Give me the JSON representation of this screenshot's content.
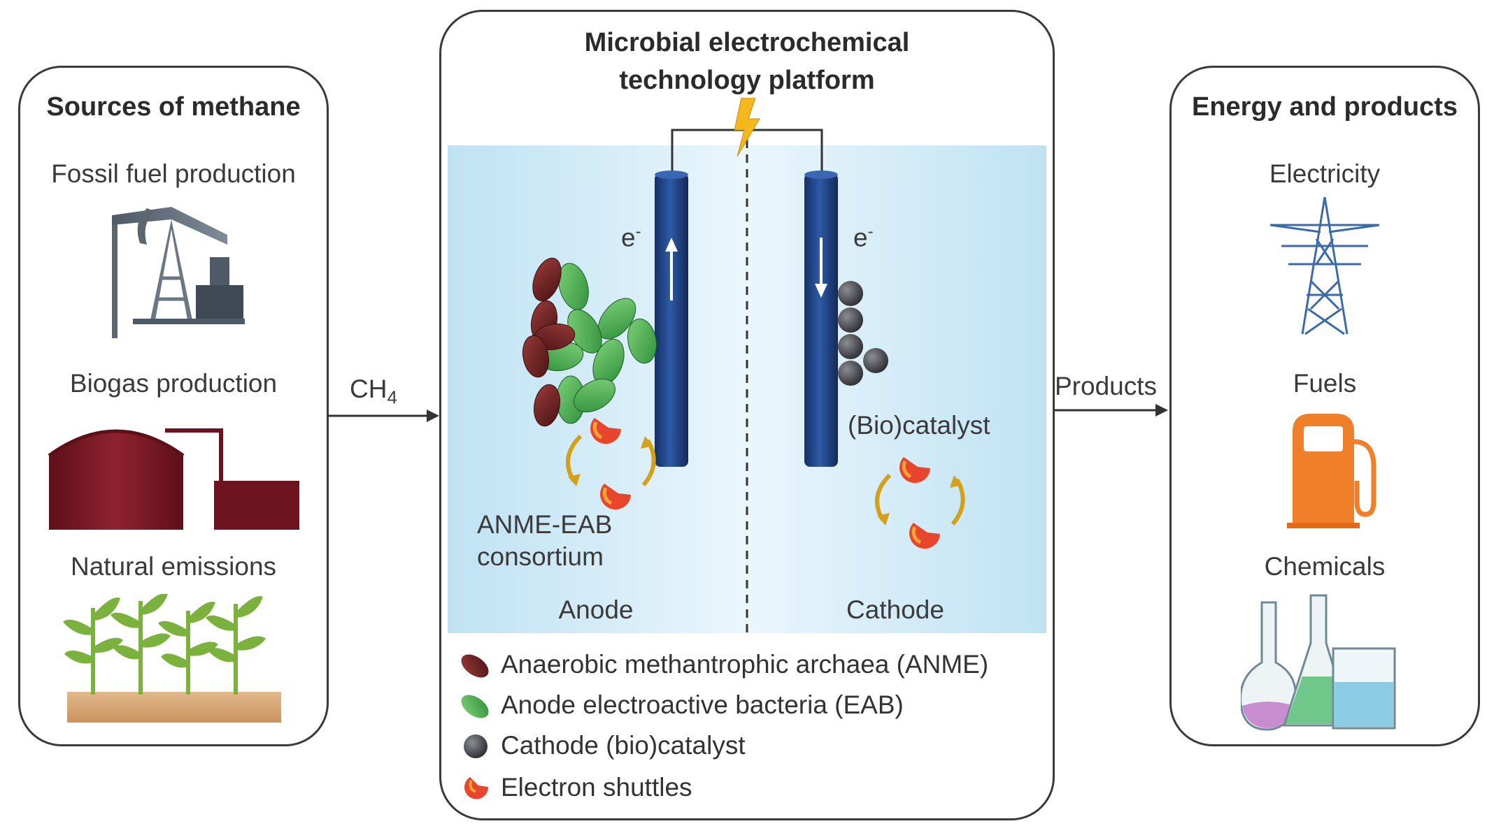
{
  "sources": {
    "title": "Sources of methane",
    "items": [
      "Fossil fuel production",
      "Biogas production",
      "Natural emissions"
    ]
  },
  "platform": {
    "title_line1": "Microbial electrochemical",
    "title_line2": "technology platform",
    "electron_label": "e",
    "electron_sup": "-",
    "anode_label": "Anode",
    "cathode_label": "Cathode",
    "consortium_line1": "ANME-EAB",
    "consortium_line2": "consortium",
    "catalyst_label": "(Bio)catalyst"
  },
  "arrows": {
    "input_label": "CH",
    "input_sub": "4",
    "output_label": "Products"
  },
  "legend": [
    {
      "icon": "archaea-icon",
      "label": "Anaerobic methantrophic archaea (ANME)"
    },
    {
      "icon": "bacteria-icon",
      "label": "Anode electroactive bacteria (EAB)"
    },
    {
      "icon": "catalyst-icon",
      "label": "Cathode (bio)catalyst"
    },
    {
      "icon": "shuttle-icon",
      "label": "Electron shuttles"
    }
  ],
  "products": {
    "title": "Energy and products",
    "items": [
      "Electricity",
      "Fuels",
      "Chemicals"
    ]
  },
  "colors": {
    "archaea": "#6b1d1d",
    "bacteria": "#3fa845",
    "electrode": "#234a8a",
    "fuel": "#f07f2a",
    "tower": "#3b6aa8",
    "biogas": "#7a1620",
    "plant": "#7bb23e"
  }
}
